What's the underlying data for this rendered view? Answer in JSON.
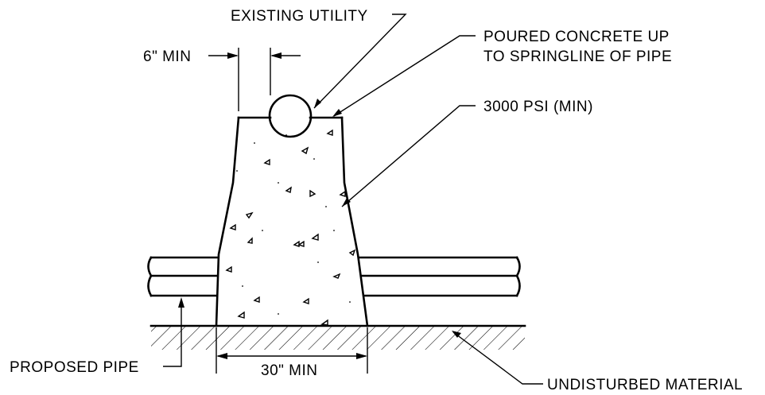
{
  "labels": {
    "existing_utility": "EXISTING UTILITY",
    "six_min": "6\" MIN",
    "poured_line1": "POURED CONCRETE UP",
    "poured_line2": "TO SPRINGLINE OF PIPE",
    "psi": "3000 PSI (MIN)",
    "proposed_pipe": "PROPOSED PIPE",
    "thirty_min": "30\" MIN",
    "undisturbed": "UNDISTURBED MATERIAL"
  }
}
